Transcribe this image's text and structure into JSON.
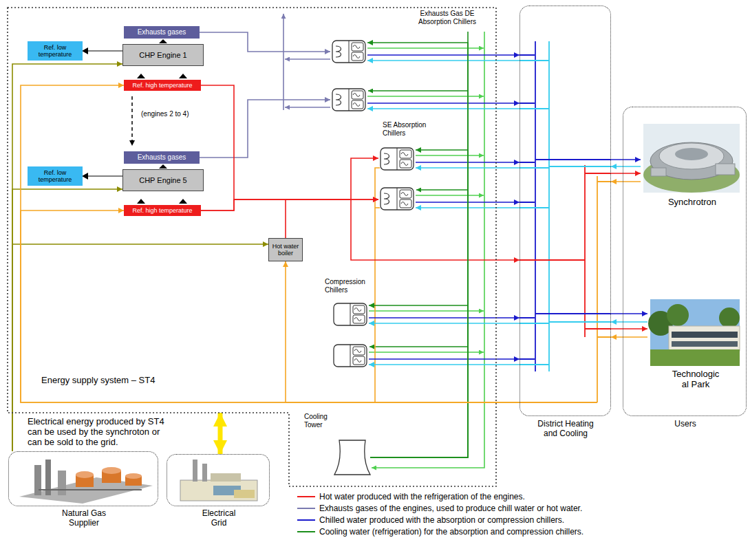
{
  "diagram": {
    "nodes": [
      {
        "text": [
          "Energy supply system – ST4"
        ]
      },
      {
        "text": [
          "Exhausts gases"
        ],
        "in": 0
      },
      {
        "text": [
          "Ref. low temperature"
        ],
        "in": 0
      },
      {
        "text": [
          "CHP Engine 1"
        ],
        "in": 0
      },
      {
        "text": [
          "Ref. high temperature"
        ],
        "in": 0
      },
      {
        "text": [
          "Exhausts gases"
        ],
        "in": 0
      },
      {
        "text": [
          "Ref. low temperature"
        ],
        "in": 0
      },
      {
        "text": [
          "CHP Engine 5"
        ],
        "in": 0
      },
      {
        "text": [
          "Ref. high temperature"
        ],
        "in": 0
      },
      {
        "text": [
          "Hot water boiler"
        ],
        "in": 0
      },
      {
        "text": [
          "Exhausts Gas DE Absorption Chillers"
        ],
        "in": 0
      },
      {
        "text": [
          "SE Absorption Chillers"
        ],
        "in": 0
      },
      {
        "text": [
          "Compression Chillers"
        ],
        "in": 0
      },
      {
        "text": [
          "Cooling Tower"
        ],
        "in": 0
      },
      {
        "text": [
          "District Heating and Cooling"
        ]
      },
      {
        "text": [
          "Users"
        ]
      },
      {
        "text": [
          "Synchrotron"
        ],
        "in": 15
      },
      {
        "text": [
          "Technologic al Park"
        ],
        "in": 15
      },
      {
        "text": [
          "Natural Gas Supplier"
        ]
      },
      {
        "text": [
          "Electrical Grid"
        ]
      }
    ],
    "edges": [
      {
        "from": 18,
        "to": 3,
        "arrow": "to"
      },
      {
        "from": 18,
        "to": 7,
        "arrow": "to"
      },
      {
        "from": 18,
        "to": 9,
        "arrow": "to"
      },
      {
        "from": 1,
        "to": 10,
        "arrow": "to"
      },
      {
        "from": 5,
        "to": 10,
        "arrow": "to"
      },
      {
        "from": 4,
        "to": 11,
        "arrow": "to"
      },
      {
        "from": 8,
        "to": 11,
        "arrow": "to"
      },
      {
        "from": 9,
        "to": 11,
        "arrow": "to"
      },
      {
        "from": 8,
        "to": 14,
        "arrow": "to"
      },
      {
        "from": 10,
        "to": 14,
        "arrow": "to"
      },
      {
        "from": 14,
        "to": 10,
        "arrow": "to"
      },
      {
        "from": 10,
        "to": 14,
        "arrow": "to"
      },
      {
        "from": 14,
        "to": 10,
        "arrow": "to"
      },
      {
        "from": 11,
        "to": 14,
        "arrow": "to"
      },
      {
        "from": 14,
        "to": 11,
        "arrow": "to"
      },
      {
        "from": 11,
        "to": 14,
        "arrow": "to"
      },
      {
        "from": 14,
        "to": 11,
        "arrow": "to"
      },
      {
        "from": 12,
        "to": 14,
        "arrow": "to"
      },
      {
        "from": 14,
        "to": 12,
        "arrow": "to"
      },
      {
        "from": 12,
        "to": 14,
        "arrow": "to"
      },
      {
        "from": 14,
        "to": 12,
        "arrow": "to"
      },
      {
        "from": 13,
        "to": 10,
        "arrow": "to"
      },
      {
        "from": 13,
        "to": 11,
        "arrow": "to"
      },
      {
        "from": 13,
        "to": 12,
        "arrow": "to"
      },
      {
        "from": 14,
        "to": 4,
        "arrow": "to"
      },
      {
        "from": 14,
        "to": 8,
        "arrow": "to"
      },
      {
        "from": 14,
        "to": 9,
        "arrow": "to"
      },
      {
        "from": 14,
        "to": 16,
        "arrow": "to"
      },
      {
        "from": 16,
        "to": 14,
        "arrow": "to"
      },
      {
        "from": 14,
        "to": 16,
        "arrow": "to"
      },
      {
        "from": 16,
        "to": 14,
        "arrow": "to"
      },
      {
        "from": 14,
        "to": 17,
        "arrow": "to"
      },
      {
        "from": 17,
        "to": 14,
        "arrow": "to"
      },
      {
        "from": 14,
        "to": 17,
        "arrow": "to"
      },
      {
        "from": 17,
        "to": 14,
        "arrow": "to"
      },
      {
        "from": 0,
        "to": 19,
        "arrow": "both"
      }
    ],
    "labels": [
      "(engines 2 to 4)",
      "Electrical energy produced by ST4 can be used by the synchroton or can be sold to the grid."
    ],
    "legend": [
      {
        "text": "Hot water produced with the refrigeration of the engines."
      },
      {
        "text": "Exhausts gases of the engines, used to produce chill water or hot water."
      },
      {
        "text": "Chilled water produced with the absorption or compression chillers."
      },
      {
        "text": "Cooling water (refrigeration) for the absorption and compression chillers."
      }
    ]
  }
}
